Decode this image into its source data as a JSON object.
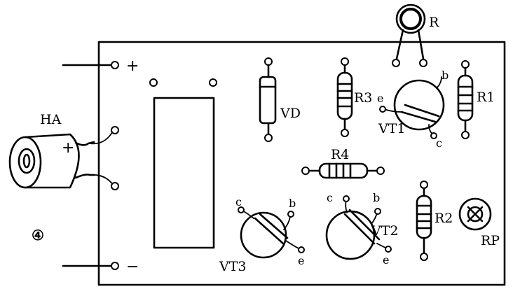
{
  "labels": {
    "R": "R",
    "VD": "VD",
    "R3": "R3",
    "R1": "R1",
    "R4": "R4",
    "R2": "R2",
    "RP": "RP",
    "VT1": "VT1",
    "VT2": "VT2",
    "VT3": "VT3",
    "HA": "HA",
    "figure_number": "④"
  },
  "terminals": {
    "plus": "+",
    "minus": "−",
    "ha_plus": "+"
  },
  "pins": {
    "e": "e",
    "b": "b",
    "c": "c"
  }
}
